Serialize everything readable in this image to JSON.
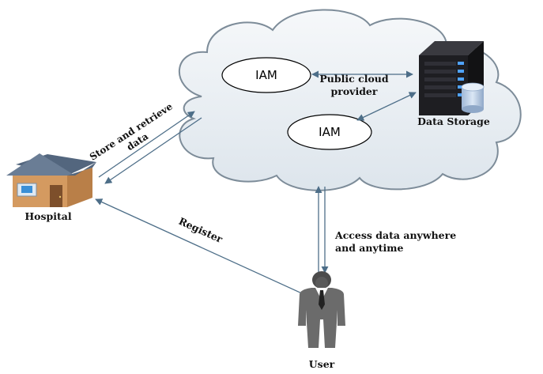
{
  "nodes": {
    "hospital": {
      "label": "Hospital",
      "icon": "hospital-building-icon"
    },
    "user": {
      "label": "User",
      "icon": "user-person-icon"
    },
    "data_storage": {
      "label": "Data Storage",
      "icon": "server-database-icon"
    },
    "iam_top": {
      "label": "IAM"
    },
    "iam_bottom": {
      "label": "IAM"
    },
    "cloud": {
      "label_line1": "Public cloud",
      "label_line2": "provider",
      "icon": "cloud-icon"
    }
  },
  "edges": {
    "store_retrieve": {
      "line1": "Store and retrieve",
      "line2": "data"
    },
    "register": {
      "label": "Register"
    },
    "access": {
      "line1": "Access data anywhere",
      "line2": "and anytime"
    }
  },
  "colors": {
    "cloud_fill": "#e9eff3",
    "cloud_stroke": "#7d8c99",
    "arrow": "#4d6e88",
    "server": "#1e1e22",
    "cylinder": "#b9cde6",
    "roof": "#6a7d95",
    "wall": "#d49a60",
    "door": "#7d4f2b",
    "suit": "#6b6b6b"
  }
}
